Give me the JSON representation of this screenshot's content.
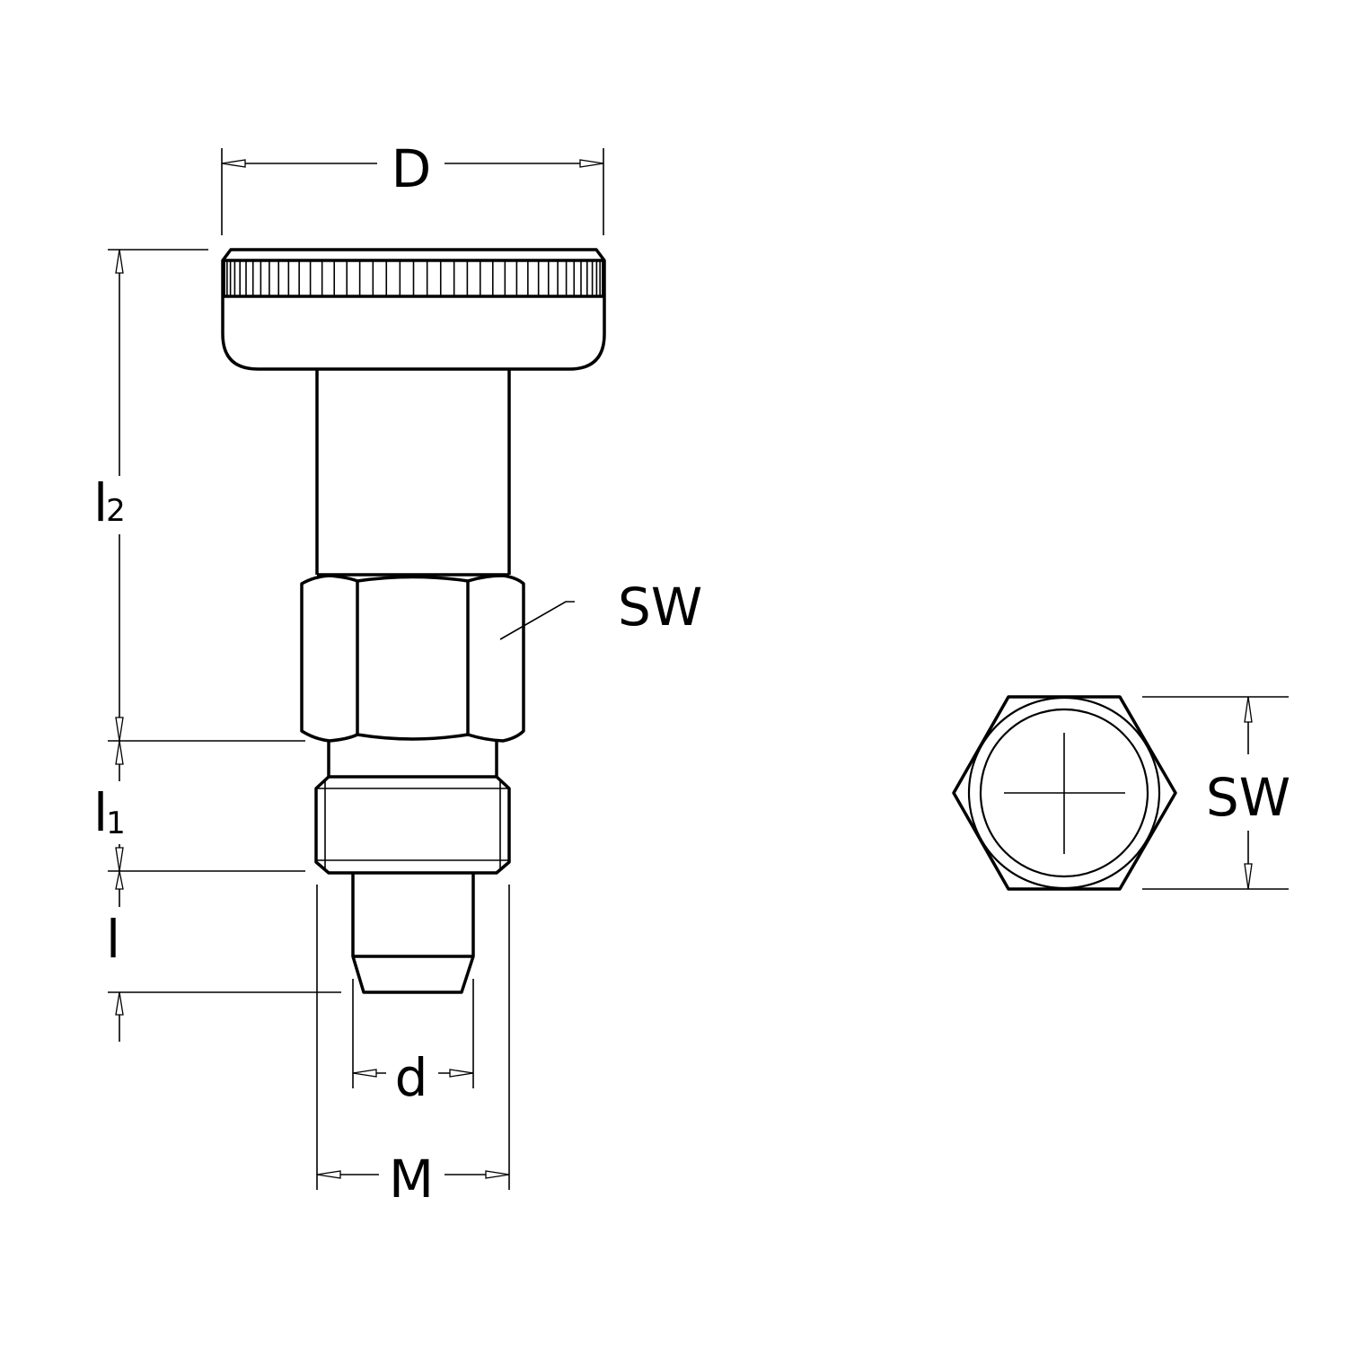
{
  "drawing": {
    "labels": {
      "D": "D",
      "l2_main": "l",
      "l2_sub": "2",
      "SW_side": "SW",
      "l1_main": "l",
      "l1_sub": "1",
      "l": "l",
      "d": "d",
      "M": "M",
      "SW_end": "SW"
    },
    "line_color": "#000000",
    "background": "#ffffff"
  }
}
